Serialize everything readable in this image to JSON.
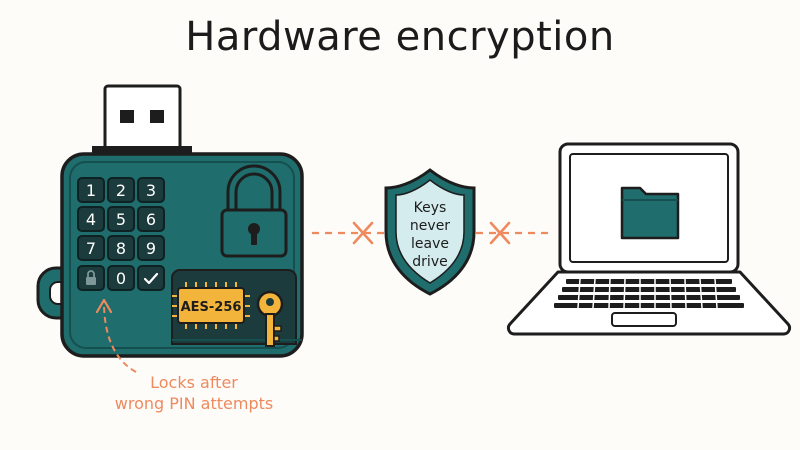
{
  "title": "Hardware encryption",
  "keypad": {
    "keys": [
      "1",
      "2",
      "3",
      "4",
      "5",
      "6",
      "7",
      "8",
      "9",
      "lock-icon",
      "0",
      "check-icon"
    ],
    "key_labels": [
      "1",
      "2",
      "3",
      "4",
      "5",
      "6",
      "7",
      "8",
      "9",
      "",
      "0",
      ""
    ]
  },
  "chip_label": "AES-256",
  "shield_text": [
    "Keys",
    "never",
    "leave",
    "drive"
  ],
  "caption": [
    "Locks after",
    "wrong PIN attempts"
  ],
  "icons": {
    "padlock": "padlock-icon",
    "key": "key-icon",
    "folder": "folder-icon",
    "cross": "x-mark-icon"
  },
  "colors": {
    "teal": "#1f6d6c",
    "teal_dark": "#164f50",
    "key_bg": "#1c3b3d",
    "gold": "#f2b43b",
    "accent": "#ee8a5e",
    "shield_fill": "#d5ecee",
    "outline": "#1d1d1d"
  }
}
